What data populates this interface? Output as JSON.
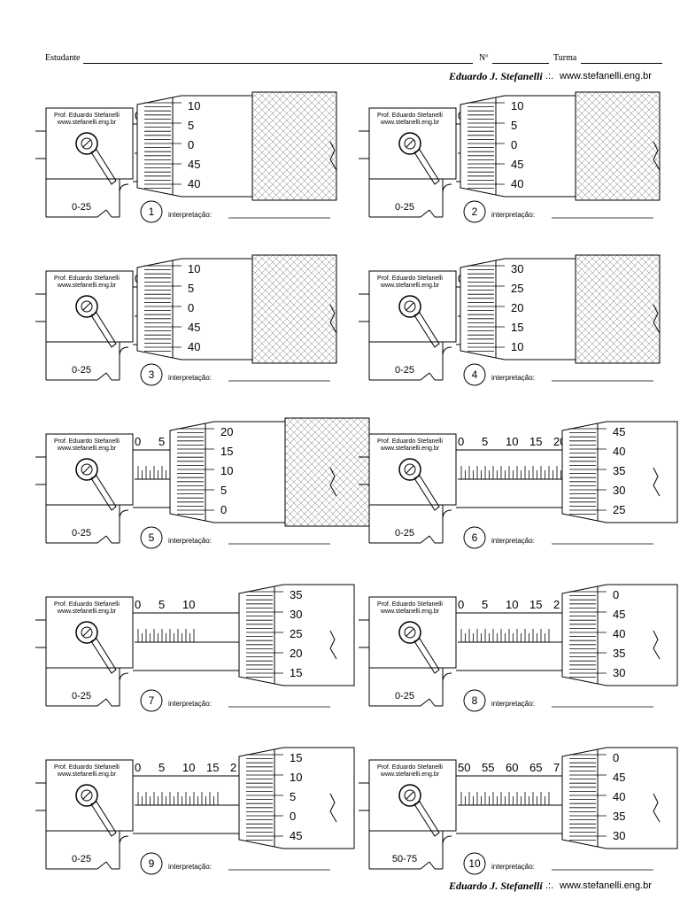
{
  "header": {
    "student_label": "Estudante",
    "number_label": "Nº",
    "class_label": "Turma",
    "author_signature": "Eduardo J. Stefanelli",
    "separator": ".:.",
    "site": "www.stefanelli.eng.br"
  },
  "footer": {
    "author_signature": "Eduardo J. Stefanelli",
    "separator": ".:.",
    "site": "www.stefanelli.eng.br"
  },
  "exercise_common": {
    "credit_line1": "Prof. Eduardo Stefanelli",
    "credit_line2": "www.stefanelli.eng.br",
    "interpretation_label": "interpretação:"
  },
  "exercises": [
    {
      "number": "1",
      "range_label": "0-25",
      "sleeve_numbers": [
        "0"
      ],
      "sleeve_lines": 0,
      "thimble_numbers": [
        "10",
        "5",
        "0",
        "45",
        "40"
      ],
      "knurl": true
    },
    {
      "number": "2",
      "range_label": "0-25",
      "sleeve_numbers": [
        "0"
      ],
      "sleeve_lines": 0,
      "thimble_numbers": [
        "10",
        "5",
        "0",
        "45",
        "40"
      ],
      "knurl": true
    },
    {
      "number": "3",
      "range_label": "0-25",
      "sleeve_numbers": [
        "0"
      ],
      "sleeve_lines": 1,
      "thimble_numbers": [
        "10",
        "5",
        "0",
        "45",
        "40"
      ],
      "knurl": true
    },
    {
      "number": "4",
      "range_label": "0-25",
      "sleeve_numbers": [
        "0"
      ],
      "sleeve_lines": 3,
      "thimble_numbers": [
        "30",
        "25",
        "20",
        "15",
        "10"
      ],
      "knurl": true
    },
    {
      "number": "5",
      "range_label": "0-25",
      "sleeve_numbers": [
        "0",
        "5"
      ],
      "sleeve_lines": 8,
      "thimble_numbers": [
        "20",
        "15",
        "10",
        "5",
        "0"
      ],
      "knurl": true
    },
    {
      "number": "6",
      "range_label": "0-25",
      "sleeve_numbers": [
        "0",
        "5",
        "10",
        "15",
        "20"
      ],
      "sleeve_lines": 26,
      "thimble_numbers": [
        "45",
        "40",
        "35",
        "30",
        "25"
      ],
      "knurl": false
    },
    {
      "number": "7",
      "range_label": "0-25",
      "sleeve_numbers": [
        "0",
        "5",
        "10"
      ],
      "sleeve_lines": 15,
      "thimble_numbers": [
        "35",
        "30",
        "25",
        "20",
        "15"
      ],
      "knurl": true
    },
    {
      "number": "8",
      "range_label": "0-25",
      "sleeve_numbers": [
        "0",
        "5",
        "10",
        "15",
        "2"
      ],
      "sleeve_lines": 23,
      "thimble_numbers": [
        "0",
        "45",
        "40",
        "35",
        "30"
      ],
      "knurl": false
    },
    {
      "number": "9",
      "range_label": "0-25",
      "sleeve_numbers": [
        "0",
        "5",
        "10",
        "15",
        "2"
      ],
      "sleeve_lines": 21,
      "thimble_numbers": [
        "15",
        "10",
        "5",
        "0",
        "45"
      ],
      "knurl": false
    },
    {
      "number": "10",
      "range_label": "50-75",
      "sleeve_numbers": [
        "50",
        "55",
        "60",
        "65",
        "7"
      ],
      "sleeve_lines": 23,
      "thimble_numbers": [
        "0",
        "45",
        "40",
        "35",
        "30"
      ],
      "knurl": false
    }
  ]
}
